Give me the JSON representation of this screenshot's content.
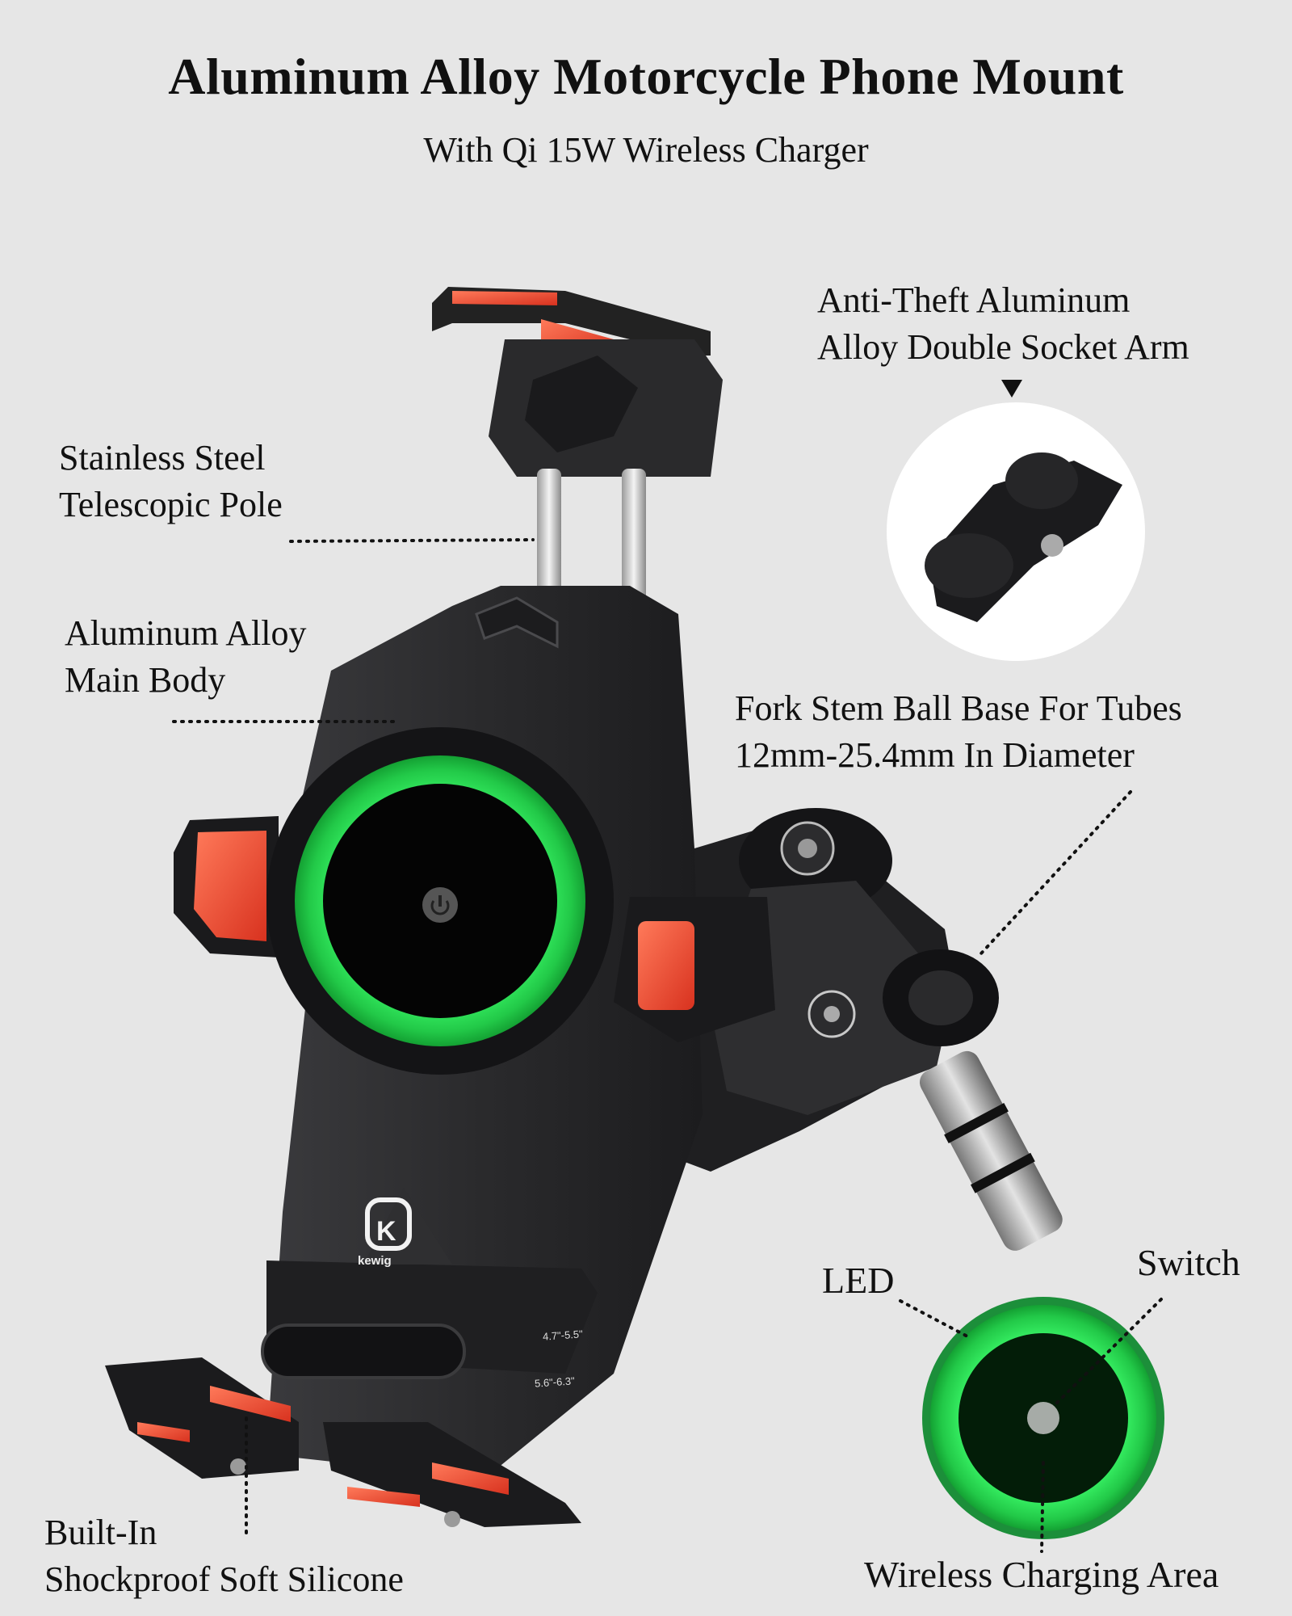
{
  "header": {
    "title": "Aluminum Alloy Motorcycle Phone Mount",
    "subtitle": "With Qi 15W Wireless Charger"
  },
  "callouts": {
    "telescopic_pole": [
      "Stainless Steel",
      "Telescopic Pole"
    ],
    "main_body": [
      "Aluminum Alloy",
      "Main Body"
    ],
    "socket_arm": [
      "Anti-Theft Aluminum",
      "Alloy Double Socket Arm"
    ],
    "ball_base": [
      "Fork Stem Ball Base For Tubes",
      "12mm-25.4mm In Diameter"
    ],
    "silicone": [
      "Built-In",
      "Shockproof Soft Silicone"
    ],
    "led": "LED",
    "switch": "Switch",
    "charging_area": "Wireless Charging Area"
  },
  "product": {
    "brand": "kewig",
    "scale_marks": [
      "4.7\"-5.5\"",
      "5.6\"-6.3\""
    ]
  },
  "colors": {
    "background": "#e6e6e6",
    "led_green": "#2fe35a",
    "grip_red": "#f2513a",
    "body_dark": "#2b2b2d",
    "text": "#111111"
  },
  "icons": [
    "power-icon",
    "down-arrow-icon"
  ]
}
